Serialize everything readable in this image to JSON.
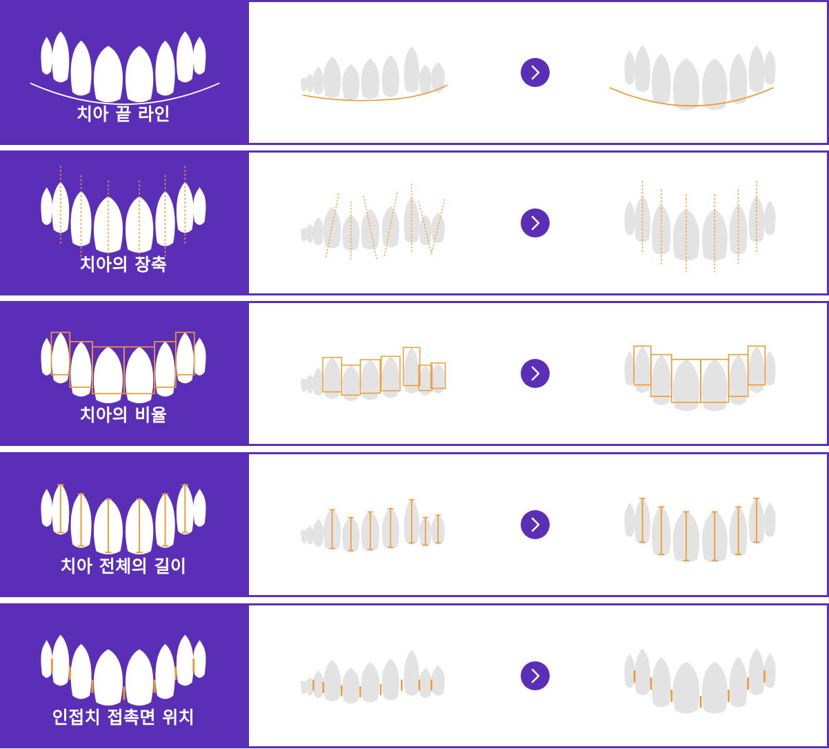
{
  "colors": {
    "accent": "#5a2eb7",
    "guide": "#f0982f",
    "tooth_white": "#ffffff",
    "tooth_gray": "#e3e3e3"
  },
  "icons": {
    "arrow": "chevron-right-icon"
  },
  "rows": [
    {
      "id": "incisal-line",
      "label": "치아 끝 라인",
      "guide": "curve-line"
    },
    {
      "id": "long-axis",
      "label": "치아의 장축",
      "guide": "vertical-dashed-lines"
    },
    {
      "id": "proportion",
      "label": "치아의 비율",
      "guide": "boxes"
    },
    {
      "id": "length",
      "label": "치아 전체의 길이",
      "guide": "length-bars"
    },
    {
      "id": "contact",
      "label": "인접치 접촉면 위치",
      "guide": "contact-ticks"
    }
  ]
}
